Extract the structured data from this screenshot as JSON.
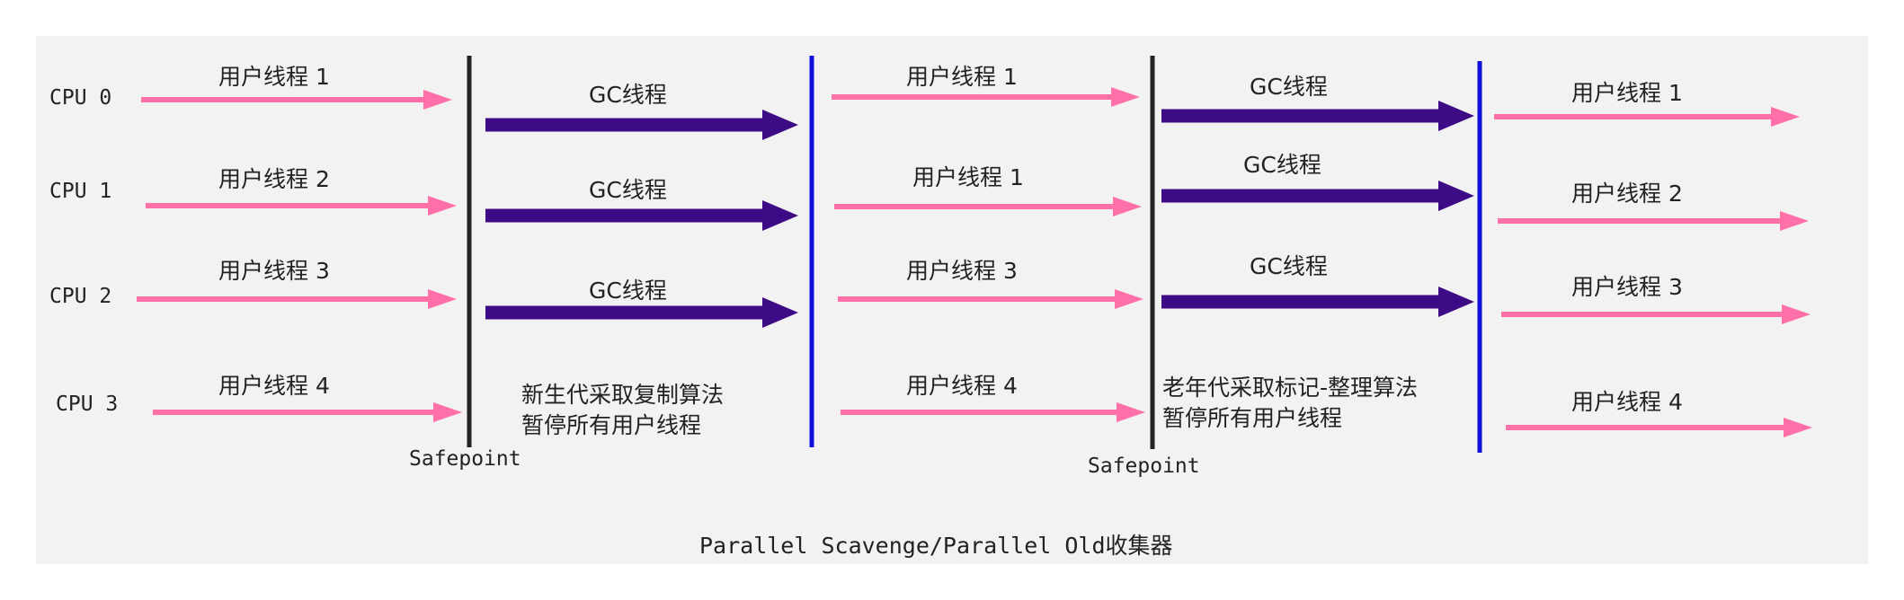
{
  "diagram": {
    "cpus": [
      "CPU 0",
      "CPU 1",
      "CPU 2",
      "CPU 3"
    ],
    "phase1_labels": [
      "用户线程 1",
      "用户线程 2",
      "用户线程 3",
      "用户线程 4"
    ],
    "gc_label": "GC线程",
    "phase3_labels": [
      "用户线程 1",
      "用户线程 1",
      "用户线程 3",
      "用户线程 4"
    ],
    "phase5_labels": [
      "用户线程 1",
      "用户线程 2",
      "用户线程 3",
      "用户线程 4"
    ],
    "safepoint_label": "Safepoint",
    "young_note": [
      "新生代采取复制算法",
      "暂停所有用户线程"
    ],
    "old_note": [
      "老年代采取标记-整理算法",
      "暂停所有用户线程"
    ],
    "caption": "Parallel Scavenge/Parallel Old收集器",
    "colors": {
      "user_arrow": "#ff6fa8",
      "gc_arrow": "#3d0b86",
      "safepoint_line": "#222222",
      "resume_line": "#1010dd"
    }
  }
}
